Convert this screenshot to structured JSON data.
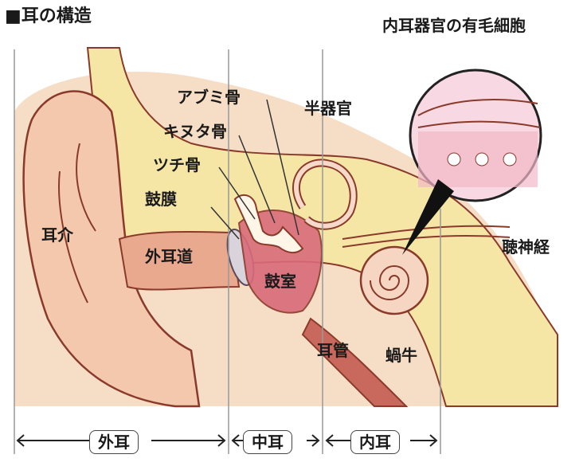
{
  "title": "■耳の構造",
  "inset_title": "内耳器官の有毛細胞",
  "labels": {
    "pinna": "耳介",
    "ear_canal": "外耳道",
    "eardrum": "鼓膜",
    "hammer": "ツチ骨",
    "anvil": "キヌタ骨",
    "stirrup": "アブミ骨",
    "canals": "半器官",
    "tympanic": "鼓室",
    "nerve": "聴神経",
    "tube": "耳管",
    "cochlea": "蝸牛"
  },
  "sections": {
    "outer": "外耳",
    "middle": "中耳",
    "inner": "内耳"
  },
  "colors": {
    "outline": "#8a3a2a",
    "skin": "#f5d3b8",
    "bone": "#f5e6a6",
    "tissue": "#eab79c",
    "inset_bg": "#f4c2d0"
  }
}
